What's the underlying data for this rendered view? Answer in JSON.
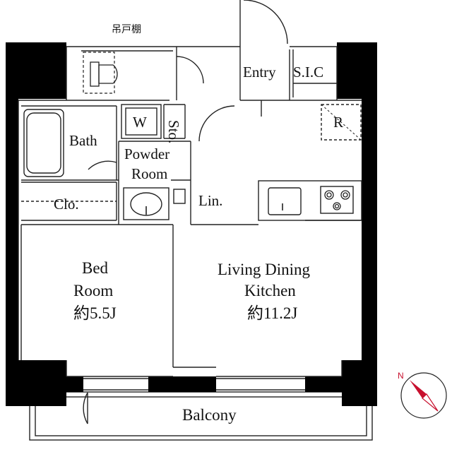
{
  "plan": {
    "rooms": {
      "entry": "Entry",
      "sic": "S.I.C",
      "shelf": "吊戸棚",
      "storage": "Sto.",
      "washer": "W",
      "fridge": "R",
      "bath": "Bath",
      "powder_line1": "Powder",
      "powder_line2": "Room",
      "linen": "Lin.",
      "closet": "Clo.",
      "bed_line1": "Bed",
      "bed_line2": "Room",
      "bed_size": "約5.5J",
      "ldk_line1": "Living Dining",
      "ldk_line2": "Kitchen",
      "ldk_size": "約11.2J",
      "balcony": "Balcony"
    },
    "colors": {
      "wall": "#000000",
      "line": "#222222",
      "compass_red": "#c8102e"
    }
  }
}
